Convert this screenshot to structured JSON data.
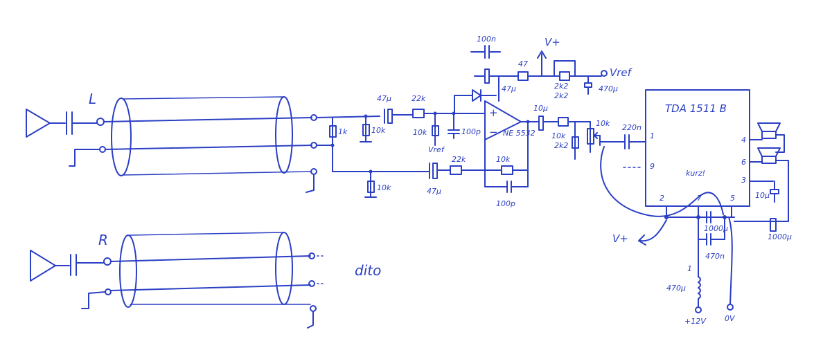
{
  "colors": {
    "ink": "#2b3fc4",
    "paper": "#ffffff"
  },
  "channels": {
    "left_label": "L",
    "right_label": "R",
    "right_note": "dito"
  },
  "components": {
    "r_1k": "1k",
    "r_10k_a": "10k",
    "r_10k_b": "10k",
    "c_47u_a": "47μ",
    "c_47u_b": "47μ",
    "r_22k_a": "22k",
    "r_22k_b": "22k",
    "r_10k_c": "10k",
    "c_100p_a": "100p",
    "c_100p_b": "100p",
    "c_100n_top": "100n",
    "r_47": "47",
    "c_47u_c": "47μ",
    "vref_in": "Vref",
    "opamp_type": "NE 5532",
    "r_10k_fb": "10k",
    "c_10u": "10μ",
    "r_10k_d": "10k",
    "r_2k2_a": "2k2",
    "r_2k2_b": "2k2",
    "r_2k2_c": "2k2",
    "c_470u_a": "470μ",
    "vref_out": "Vref",
    "vplus_top": "V+",
    "pot_10k": "10k",
    "c_220n": "220n",
    "ic_name": "TDA 1511 B",
    "pin_1": "1",
    "pin_9": "9",
    "pin_4": "4",
    "pin_6": "6",
    "pin_3": "3",
    "pin_2": "2",
    "pin_7": "7",
    "pin_5": "5",
    "kurz_note": "kurz!",
    "c_10u_b": "10μ",
    "c_1000u_a": "1000μ",
    "c_1000u_b": "1000μ",
    "c_470n": "470n",
    "vplus_bottom": "V+",
    "r_1": "1",
    "l_470u": "470μ",
    "supply_12v": "+12V",
    "supply_0v": "0V"
  }
}
